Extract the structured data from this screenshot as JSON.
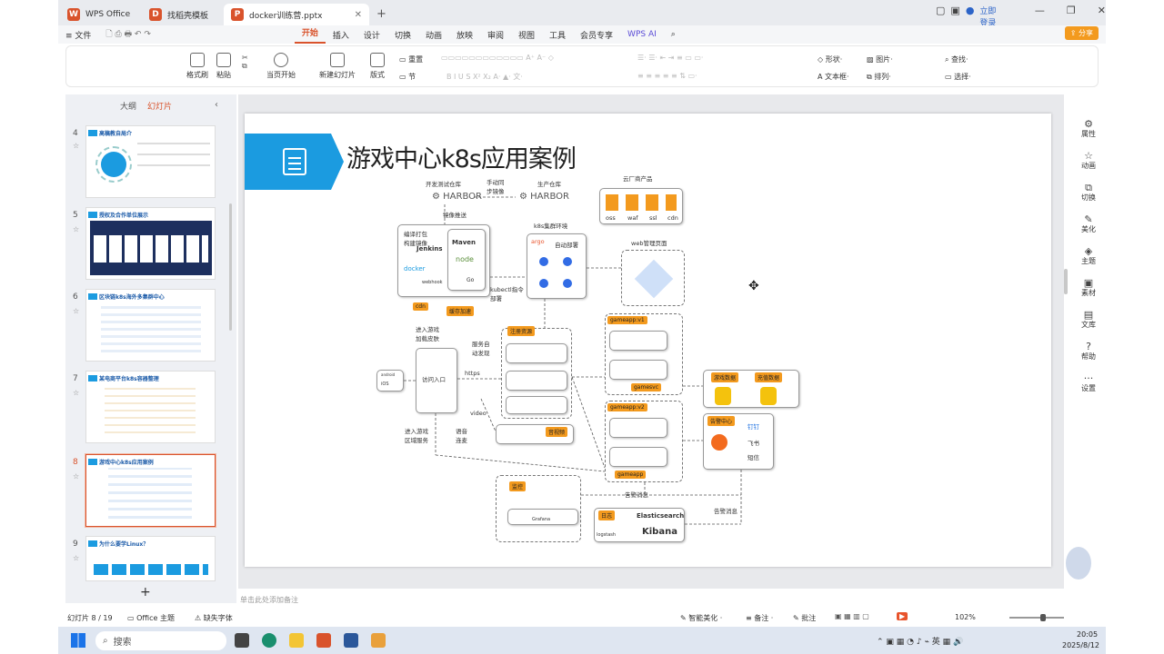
{
  "tabs": [
    {
      "label": "WPS Office",
      "color": "#d9532c",
      "icon": "W"
    },
    {
      "label": "找稻壳模板",
      "color": "#d9532c",
      "icon": "D"
    },
    {
      "label": "docker训练营.pptx",
      "color": "#d9532c",
      "icon": "P"
    }
  ],
  "window": {
    "login_label": "立即登录"
  },
  "menu": {
    "file": "文件",
    "items": [
      "开始",
      "插入",
      "设计",
      "切换",
      "动画",
      "放映",
      "审阅",
      "视图",
      "工具",
      "会员专享",
      "WPS AI"
    ],
    "share": "分享"
  },
  "ribbon": {
    "format_painter": "格式刷",
    "paste": "粘贴",
    "play_current": "当页开始",
    "new_slide": "新建幻灯片",
    "layout": "版式",
    "reset": "重置",
    "section": "节",
    "shape": "形状",
    "picture": "图片",
    "find": "查找",
    "textbox": "文本框",
    "arrange": "排列",
    "select": "选择"
  },
  "left_panel": {
    "tab_outline": "大纲",
    "tab_slides": "幻灯片",
    "add": "+"
  },
  "slides": [
    {
      "num": "4",
      "title": "高稿教自局介"
    },
    {
      "num": "5",
      "title": "授权及合作单位展示"
    },
    {
      "num": "6",
      "title": "区块链k8s海外多集群中心"
    },
    {
      "num": "7",
      "title": "某电商平台k8s容器整理"
    },
    {
      "num": "8",
      "title": "游戏中心k8s应用案例"
    },
    {
      "num": "9",
      "title": "为什么要学Linux？"
    }
  ],
  "slide": {
    "title": "游戏中心k8s应用案例",
    "dev_repo": "开发测试仓库",
    "harbor": "HARBOR",
    "manual_sync": "手动同\n步镜像",
    "prod_repo": "生产仓库",
    "cloud": "云厂商产品",
    "cloud_items": [
      "oss",
      "waf",
      "ssl",
      "cdn"
    ],
    "image_push": "镜像推送",
    "build": "编译打包\n构建镜像",
    "jenkins": "Jenkins",
    "maven": "Maven",
    "node": "node",
    "docker": "docker",
    "webhook": "webhook",
    "go": "Go",
    "k8s_env": "k8s集群环境",
    "auto_deploy": "自动部署",
    "argo": "argo",
    "kubectl": "kubectl指令\n部署",
    "web_page": "web管理页面",
    "cdn": "cdn",
    "cache": "缓存加速",
    "enter_game": "进入游戏\n加载皮肤",
    "service_discovery": "服务自\n动发现",
    "entry": "访问入口",
    "https": "https",
    "register": "注册资源",
    "video": "video",
    "voice": "语音\n连麦",
    "av": "音视频",
    "enter_area": "进入游戏\n区域服务",
    "gameapp_v1": "gameapp:v1",
    "gameapp_v2": "gameapp:v2",
    "gameapp": "gameapp",
    "gamesvc": "gamesvc",
    "game_data": "游戏数据",
    "pay_data": "充值数据",
    "alert_center": "告警中心",
    "dingding": "钉钉",
    "feishu": "飞书",
    "sms": "短信",
    "alert_msg": "告警消息",
    "alert_msg2": "告警消息",
    "monitor": "监控",
    "grafana": "Grafana",
    "logs": "日志",
    "elasticsearch": "Elasticsearch",
    "logstash": "logstash",
    "kibana": "Kibana",
    "android": "android",
    "ios": "iOS"
  },
  "notes_placeholder": "单击此处添加备注",
  "right_sidebar": [
    "属性",
    "动画",
    "切换",
    "美化",
    "主题",
    "素材",
    "文库",
    "帮助",
    "设置"
  ],
  "status": {
    "slide_pos": "幻灯片 8 / 19",
    "theme": "Office 主题",
    "missing_font": "缺失字体",
    "smart": "智能美化",
    "notes": "备注",
    "comment": "批注",
    "zoom": "102%"
  },
  "taskbar": {
    "search": "搜索",
    "lang": "英",
    "time": "20:05",
    "date": "2025/8/12"
  },
  "colors": {
    "accent": "#d9532c",
    "blue": "#1b9be0",
    "k8s": "#326ce5",
    "orange": "#f39a1e"
  }
}
